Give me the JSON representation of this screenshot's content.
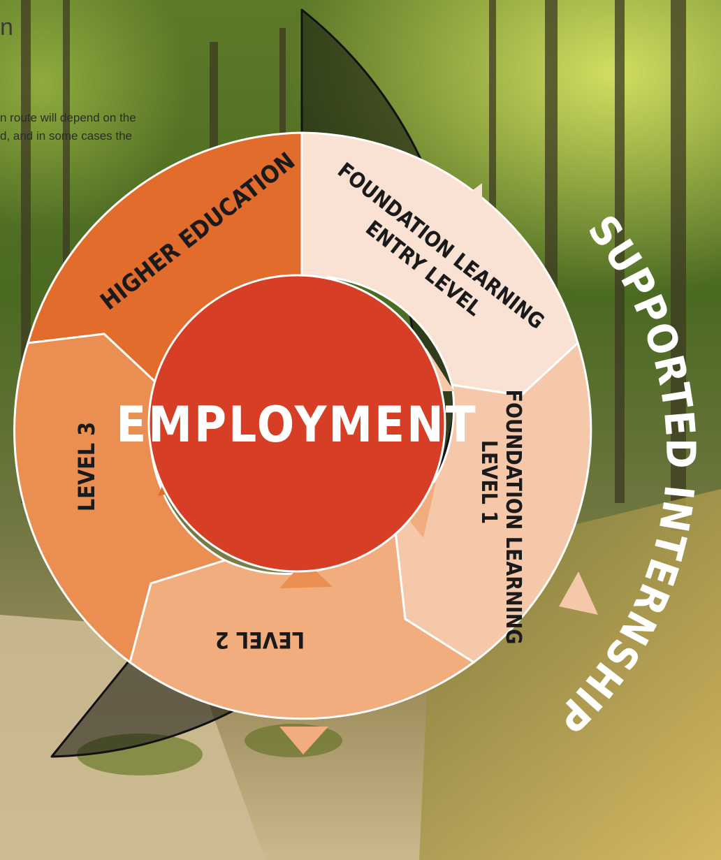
{
  "intro": {
    "title": "n",
    "text_line1": "n route will depend on the",
    "text_line2": "d, and in some cases the"
  },
  "diagram": {
    "center_label": "EMPLOYMENT",
    "outer_arc_label": "SUPPORTED INTERNSHIP",
    "segments": [
      {
        "id": "higher-education",
        "lines": [
          "HIGHER EDUCATION"
        ],
        "color": "#e26c2b"
      },
      {
        "id": "foundation-entry",
        "lines": [
          "FOUNDATION LEARNING",
          "ENTRY LEVEL"
        ],
        "color": "#f9e2d3"
      },
      {
        "id": "foundation-level1",
        "lines": [
          "FOUNDATION LEARNING",
          "LEVEL 1"
        ],
        "color": "#f4c8a8"
      },
      {
        "id": "level2",
        "lines": [
          "LEVEL 2"
        ],
        "color": "#f2ad7e"
      },
      {
        "id": "level3",
        "lines": [
          "LEVEL 3"
        ],
        "color": "#ea8f51"
      }
    ],
    "colors": {
      "center": "#d63f26",
      "outline": "#ffffff",
      "arc_fill": "rgba(18,20,14,0.55)",
      "arc_stroke": "#111111",
      "text_dark": "#1a1a1a",
      "text_light": "#ffffff"
    }
  }
}
